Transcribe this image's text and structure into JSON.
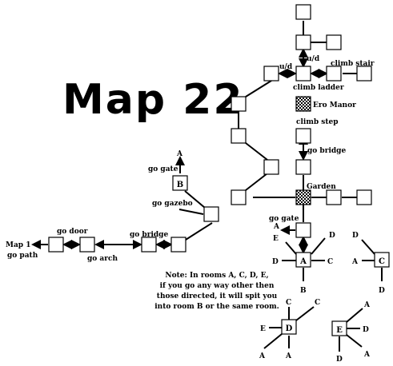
{
  "title": "Map 22",
  "labels": {
    "ud_top": "u/d",
    "ud_left": "u/d",
    "climb_stair": "climb stair",
    "climb_ladder": "climb ladder",
    "ero_manor": "Ero Manor",
    "climb_step": "climb step",
    "go_bridge_mid": "go bridge",
    "garden": "Garden",
    "go_gate_mid": "go gate",
    "go_gate_left": "go gate",
    "go_gazebo": "go gazebo",
    "go_door": "go door",
    "go_bridge_left": "go bridge",
    "map1": "Map 1",
    "go_path": "go path",
    "go_arch": "go arch"
  },
  "letters": {
    "A_top_left": "A",
    "B_room": "B",
    "A_room": "A",
    "A_out": "A",
    "E_out": "E",
    "D_out1": "D",
    "D_out2": "D",
    "C_out1": "C",
    "B_out": "B",
    "C_room": "C",
    "D_c1": "D",
    "A_c": "A",
    "D_c2": "D",
    "D_room": "D",
    "C_d1": "C",
    "C_d2": "C",
    "E_d": "E",
    "A_d1": "A",
    "A_d2": "A",
    "E_room": "E",
    "A_e1": "A",
    "D_e": "D",
    "D_e2": "D",
    "A_e2": "A"
  },
  "note_lines": [
    "Note: In rooms A, C, D, E,",
    "if you go any way other then",
    "those directed, it will spit you",
    "into room B or the same room."
  ]
}
